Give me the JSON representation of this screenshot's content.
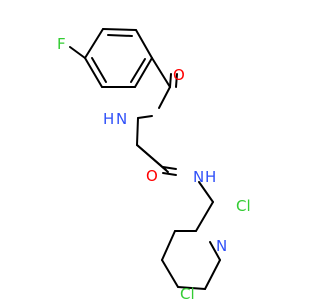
{
  "molecule": {
    "atoms": {
      "fluorine": {
        "symbol": "F",
        "color": "#33cc33"
      },
      "amide_o1": {
        "symbol": "O",
        "color": "#ff0000"
      },
      "amide_n1": {
        "symbol": "N",
        "hydrogen": "H",
        "color": "#3050f8"
      },
      "amide_o2": {
        "symbol": "O",
        "color": "#ff0000"
      },
      "amide_n2": {
        "symbol": "N",
        "hydrogen": "H",
        "color": "#3050f8"
      },
      "ring_n": {
        "symbol": "N",
        "color": "#3050f8"
      },
      "chlorine_1": {
        "symbol": "Cl",
        "color": "#33cc33"
      },
      "chlorine_2": {
        "symbol": "Cl",
        "color": "#33cc33"
      }
    }
  }
}
